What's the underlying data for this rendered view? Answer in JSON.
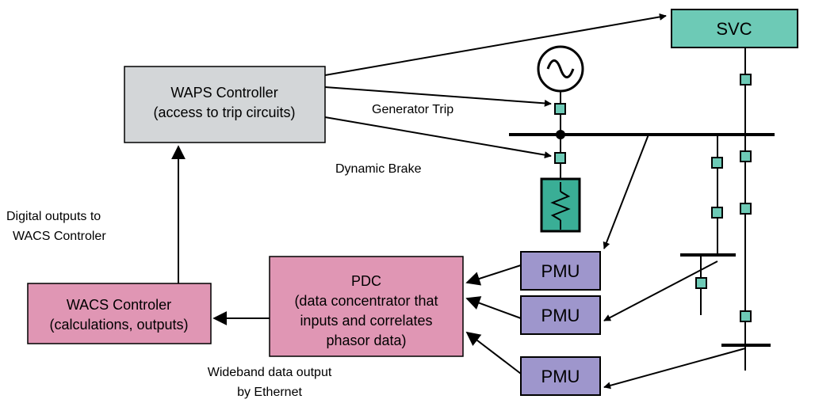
{
  "boxes": {
    "svc": {
      "label": "SVC"
    },
    "waps": {
      "line1": "WAPS Controller",
      "line2": "(access to trip circuits)"
    },
    "pdc": {
      "line1": "PDC",
      "line2": "(data concentrator that",
      "line3": "inputs and correlates",
      "line4": "phasor data)"
    },
    "wacs": {
      "line1": "WACS Controler",
      "line2": "(calculations, outputs)"
    },
    "pmu": [
      {
        "label": "PMU"
      },
      {
        "label": "PMU"
      },
      {
        "label": "PMU"
      }
    ]
  },
  "labels": {
    "generator_trip": "Generator Trip",
    "dynamic_brake": "Dynamic Brake",
    "digital_outputs_1": "Digital outputs to",
    "digital_outputs_2": "WACS Controler",
    "wideband_1": "Wideband data output",
    "wideband_2": "by Ethernet"
  },
  "colors": {
    "svc_fill": "#6dcab6",
    "waps_fill": "#d3d6d8",
    "pdc_fill": "#e096b4",
    "pmu_fill": "#9e96cc",
    "breaker_fill": "#6dcab6",
    "resistor_fill": "#3aae96"
  }
}
